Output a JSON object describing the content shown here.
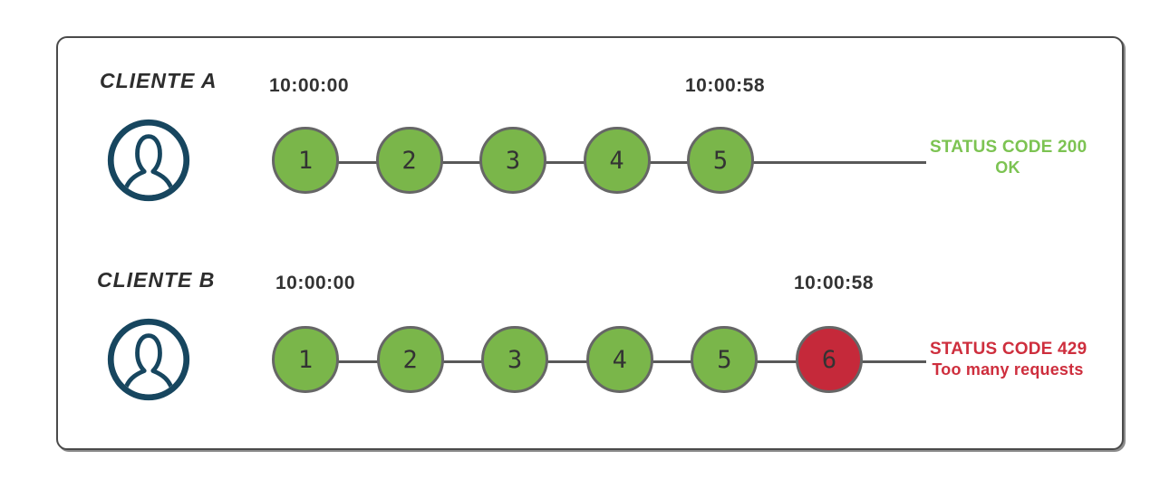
{
  "colors": {
    "circle_ok": "#7ab64a",
    "circle_limited": "#c5293a",
    "status_green": "#7cc352",
    "status_red": "#ce2e3d",
    "outline": "#666666",
    "connector": "#595959",
    "person": "#17465f",
    "text_dark": "#333333"
  },
  "rows": [
    {
      "client_label": "CLIENTE A",
      "start_time": "10:00:00",
      "end_time": "10:00:58",
      "requests": [
        {
          "label": "1",
          "state": "ok"
        },
        {
          "label": "2",
          "state": "ok"
        },
        {
          "label": "3",
          "state": "ok"
        },
        {
          "label": "4",
          "state": "ok"
        },
        {
          "label": "5",
          "state": "ok"
        }
      ],
      "status": {
        "line1": "STATUS CODE 200",
        "line2": "OK",
        "type": "success"
      }
    },
    {
      "client_label": "CLIENTE B",
      "start_time": "10:00:00",
      "end_time": "10:00:58",
      "requests": [
        {
          "label": "1",
          "state": "ok"
        },
        {
          "label": "2",
          "state": "ok"
        },
        {
          "label": "3",
          "state": "ok"
        },
        {
          "label": "4",
          "state": "ok"
        },
        {
          "label": "5",
          "state": "ok"
        },
        {
          "label": "6",
          "state": "limited"
        }
      ],
      "status": {
        "line1": "STATUS CODE 429",
        "line2": "Too many requests",
        "type": "error"
      }
    }
  ]
}
